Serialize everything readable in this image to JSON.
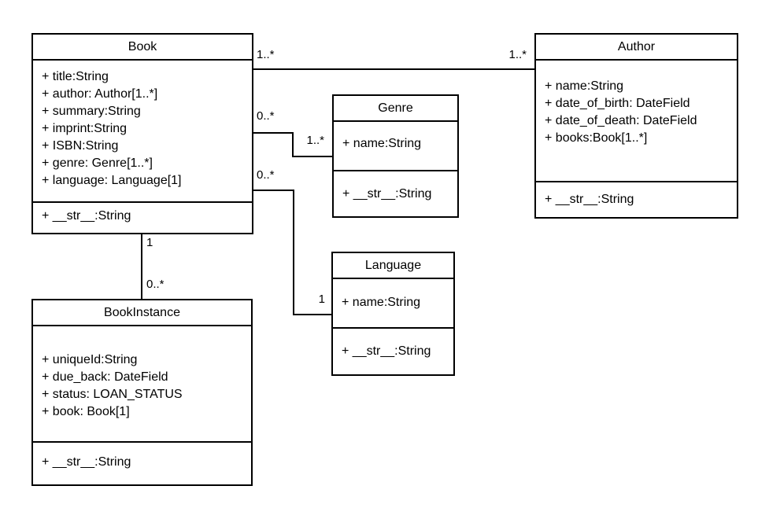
{
  "colors": {
    "line": "#000000",
    "text": "#000000",
    "background": "#ffffff",
    "box_fill": "#ffffff"
  },
  "classes": {
    "book": {
      "name": "Book",
      "attributes": [
        "+ title:String",
        "+ author: Author[1..*]",
        "+ summary:String",
        "+ imprint:String",
        "+ ISBN:String",
        "+ genre: Genre[1..*]",
        "+ language: Language[1]"
      ],
      "methods": [
        "+ __str__:String"
      ]
    },
    "author": {
      "name": "Author",
      "attributes": [
        "+ name:String",
        "+ date_of_birth: DateField",
        "+ date_of_death: DateField",
        "+ books:Book[1..*]"
      ],
      "methods": [
        "+ __str__:String"
      ]
    },
    "genre": {
      "name": "Genre",
      "attributes": [
        "+ name:String"
      ],
      "methods": [
        "+ __str__:String"
      ]
    },
    "language": {
      "name": "Language",
      "attributes": [
        "+ name:String"
      ],
      "methods": [
        "+ __str__:String"
      ]
    },
    "bookinstance": {
      "name": "BookInstance",
      "attributes": [
        "+ uniqueId:String",
        "+ due_back: DateField",
        "+ status: LOAN_STATUS",
        "+ book: Book[1]"
      ],
      "methods": [
        "+ __str__:String"
      ]
    }
  },
  "associations": {
    "book_author": {
      "source": "Book",
      "target": "Author",
      "source_multiplicity": "1..*",
      "target_multiplicity": "1..*"
    },
    "book_genre": {
      "source": "Book",
      "target": "Genre",
      "source_multiplicity": "0..*",
      "target_multiplicity": "1..*"
    },
    "book_language": {
      "source": "Book",
      "target": "Language",
      "source_multiplicity": "0..*",
      "target_multiplicity": "1"
    },
    "book_bookinstance": {
      "source": "Book",
      "target": "BookInstance",
      "source_multiplicity": "1",
      "target_multiplicity": "0..*"
    }
  }
}
